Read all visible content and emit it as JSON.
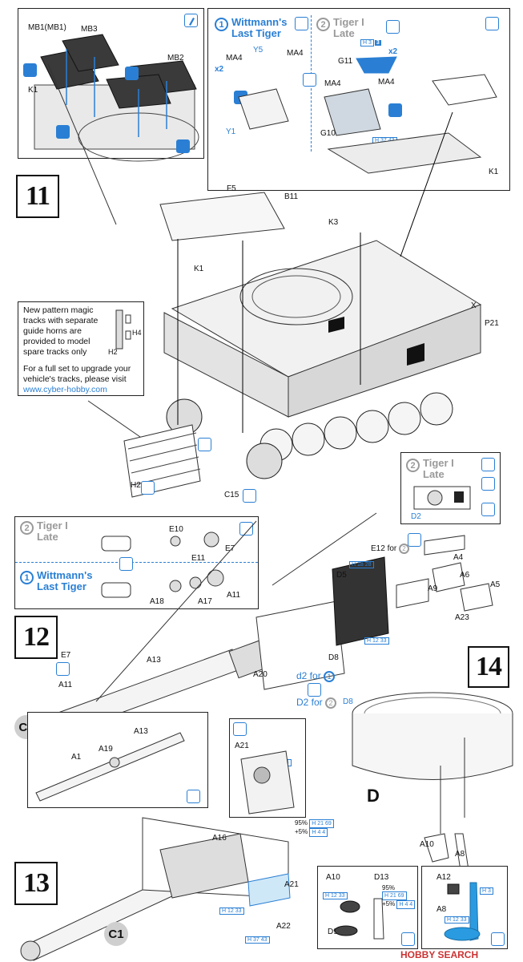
{
  "steps": {
    "s11": "11",
    "s12": "12",
    "s13": "13",
    "s14": "14"
  },
  "variants": {
    "v1_num": "1",
    "v1_name": "Wittmann's Last Tiger",
    "v2_num": "2",
    "v2_name": "Tiger I Late"
  },
  "note": {
    "text1": "New pattern magic tracks with separate guide horns are provided to model spare tracks only",
    "text2": "For a full set to upgrade your vehicle's tracks, please visit",
    "url": "www.cyber-hobby.com"
  },
  "labels": {
    "mb1": "MB1(MB1)",
    "mb3": "MB3",
    "mb2": "MB2",
    "k1": "K1",
    "ma4": "MA4",
    "y5": "Y5",
    "y1": "Y1",
    "x2": "x2",
    "g11": "G11",
    "g10": "G10",
    "f5": "F5",
    "b11": "B11",
    "k3": "K3",
    "x": "X",
    "p21": "P21",
    "h4": "H4",
    "h2": "H2",
    "c15": "C15",
    "d2": "D2",
    "e10": "E10",
    "e11": "E11",
    "e7": "E7",
    "a18": "A18",
    "a17": "A17",
    "a11": "A11",
    "e12": "E12 for",
    "a4": "A4",
    "d5": "D5",
    "a6": "A6",
    "a5": "A5",
    "a9": "A9",
    "a23": "A23",
    "d8": "D8",
    "a13": "A13",
    "a20": "A20",
    "d2_for": "d2 for",
    "D2_for": "D2 for",
    "c1": "C1",
    "a1": "A1",
    "a19": "A19",
    "a21": "A21",
    "a16": "A16",
    "a22": "A22",
    "d": "D",
    "a10": "A10",
    "a8": "A8",
    "d13": "D13",
    "d9": "D9",
    "a12": "A12"
  },
  "paint_codes": {
    "h3": "H 3",
    "h18_28": "H 18 28",
    "h12_33": "H 12 33",
    "h37_43": "H 37 43",
    "mix_95": "95%",
    "mix_5": "+5%",
    "h21_69": "H 21 69",
    "h4_4": "H 4 4",
    "n3": "3"
  },
  "watermark": "HOBBY SEARCH"
}
